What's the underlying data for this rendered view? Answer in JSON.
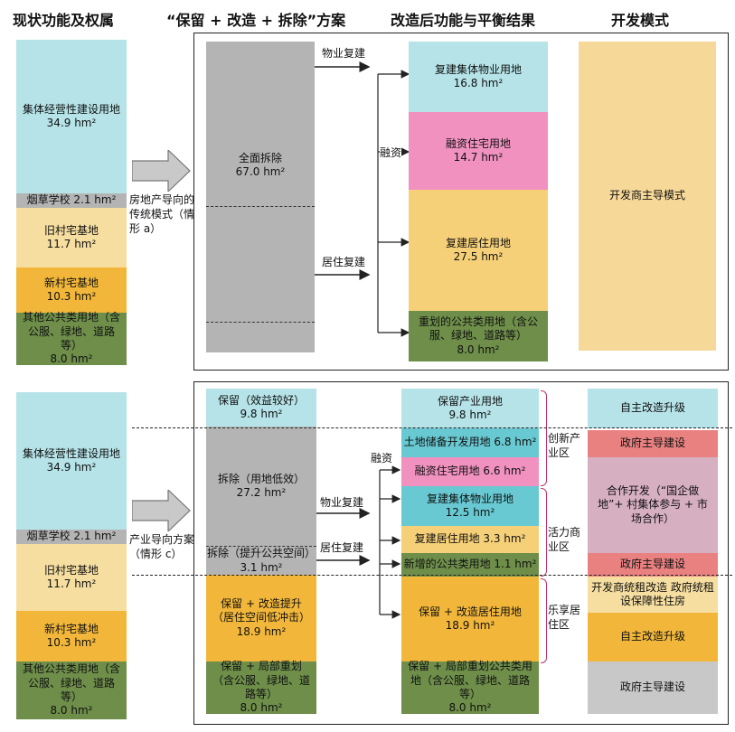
{
  "headers": {
    "col1": "现状功能及权属",
    "col2": "“保留 + 改造 + 拆除”方案",
    "col3": "改造后功能与平衡结果",
    "col4": "开发模式"
  },
  "colors": {
    "cyan": "#b5e3e8",
    "gray_block": "#b4b4b4",
    "light_gray": "#c8c8c8",
    "tan": "#f6dea0",
    "orange": "#f2b73a",
    "green": "#6e8e4a",
    "pink": "#f091c0",
    "teal": "#68c9d2",
    "salmon": "#ea8181",
    "mauve": "#d6afc1",
    "dev_tan": "#f6d898"
  },
  "top": {
    "current": [
      {
        "name": "集体经营性建设用地",
        "value": "34.9 hm²"
      },
      {
        "name": "烟草学校 2.1 hm²",
        "value": ""
      },
      {
        "name": "旧村宅基地",
        "value": "11.7 hm²"
      },
      {
        "name": "新村宅基地",
        "value": "10.3 hm²"
      },
      {
        "name": "其他公共类用地（含公服、绿地、道路等）",
        "value": "8.0 hm²"
      }
    ],
    "arrow_label": "房地产导向的传统模式（情形 a）",
    "plan": {
      "name": "全面拆除",
      "value": "67.0 hm²"
    },
    "arrow_labels": {
      "property": "物业复建",
      "residential": "居住复建",
      "finance": "融资"
    },
    "result": [
      {
        "name": "复建集体物业用地",
        "value": "16.8 hm²"
      },
      {
        "name": "融资住宅用地",
        "value": "14.7 hm²"
      },
      {
        "name": "复建居住用地",
        "value": "27.5 hm²"
      },
      {
        "name": "重划的公共类用地（含公服、绿地、道路等）",
        "value": "8.0 hm²"
      }
    ],
    "mode": "开发商主导模式"
  },
  "bottom": {
    "current": [
      {
        "name": "集体经营性建设用地",
        "value": "34.9 hm²"
      },
      {
        "name": "烟草学校 2.1 hm²",
        "value": ""
      },
      {
        "name": "旧村宅基地",
        "value": "11.7 hm²"
      },
      {
        "name": "新村宅基地",
        "value": "10.3 hm²"
      },
      {
        "name": "其他公共类用地（含公服、绿地、道路等）",
        "value": "8.0 hm²"
      }
    ],
    "arrow_label": "产业导向方案（情形 c）",
    "plan": [
      {
        "name": "保留（效益较好）",
        "value": "9.8 hm²"
      },
      {
        "name": "拆除（用地低效）",
        "value": "27.2 hm²"
      },
      {
        "name": "拆除（提升公共空间）",
        "value": "3.1 hm²"
      },
      {
        "name": "保留 + 改造提升（居住空间低冲击）",
        "value": "18.9 hm²"
      },
      {
        "name": "保留 + 局部重划（含公服、绿地、道路等）",
        "value": "8.0 hm²"
      }
    ],
    "arrow_labels": {
      "property": "物业复建",
      "residential": "居住复建",
      "finance": "融资"
    },
    "result": [
      {
        "name": "保留产业用地",
        "value": "9.8 hm²"
      },
      {
        "name": "土地储备开发用地 6.8 hm²",
        "value": ""
      },
      {
        "name": "融资住宅用地 6.6 hm²",
        "value": ""
      },
      {
        "name": "复建集体物业用地",
        "value": "12.5 hm²"
      },
      {
        "name": "复建居住用地 3.3 hm²",
        "value": ""
      },
      {
        "name": "新增的公共类用地 1.1 hm²",
        "value": ""
      },
      {
        "name": "保留 + 改造居住用地",
        "value": "18.9 hm²"
      },
      {
        "name": "保留 + 局部重划公共类用地（含公服、绿地、道路等）",
        "value": "8.0 hm²"
      }
    ],
    "zones": [
      "创新产业区",
      "活力商业区",
      "乐享居住区"
    ],
    "modes": [
      "自主改造升级",
      "政府主导建设",
      "合作开发（“国企做地”+ 村集体参与 + 市场合作）",
      "政府主导建设",
      "开发商统租改造 政府统租设保障性住房",
      "自主改造升级",
      "政府主导建设"
    ]
  }
}
